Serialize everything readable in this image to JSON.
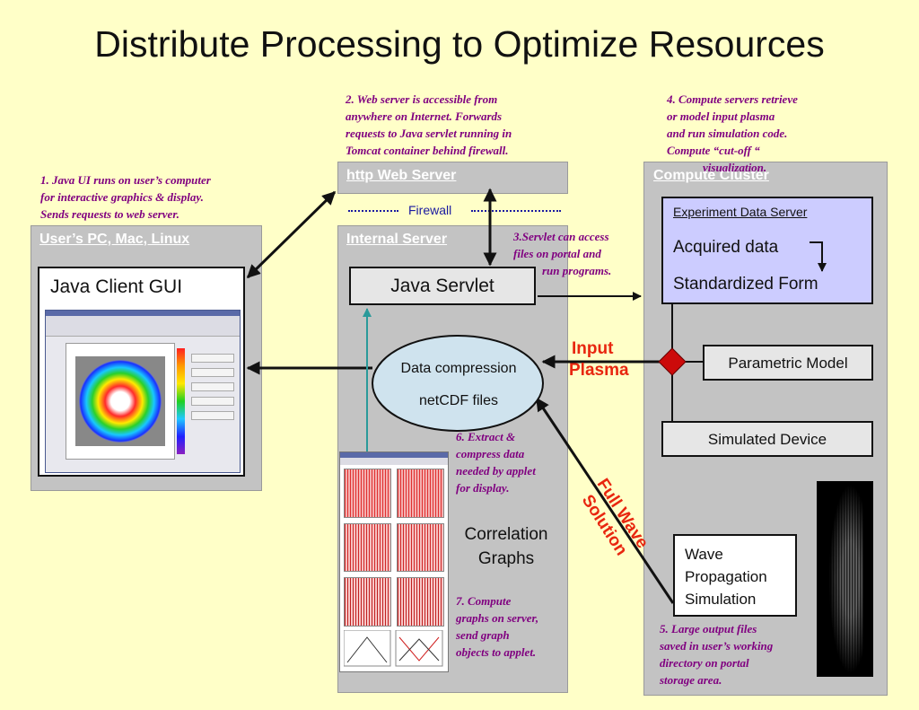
{
  "title": "Distribute Processing to Optimize Resources",
  "panels": {
    "users_pc": "User’s PC, Mac, Linux",
    "web_server": "http  Web Server",
    "internal_server": "Internal Server",
    "compute_cluster": "Compute Cluster"
  },
  "firewall": "Firewall",
  "boxes": {
    "java_client_gui": "Java Client GUI",
    "java_servlet": "Java Servlet",
    "data_compression": "Data compression",
    "netcdf_files": "netCDF  files",
    "experiment_data_server": "Experiment Data Server",
    "acquired_data": "Acquired data",
    "standardized_form": "Standardized Form",
    "parametric_model": "Parametric Model",
    "simulated_device": "Simulated Device",
    "wave_propagation": [
      "Wave",
      "Propagation",
      "Simulation"
    ],
    "correlation_graphs": [
      "Correlation",
      "Graphs"
    ]
  },
  "labels": {
    "input_plasma": [
      "Input",
      "Plasma"
    ],
    "full_wave_solution": [
      "Full Wave",
      "Solution"
    ]
  },
  "notes": {
    "n1": [
      "1.  Java UI runs on user’s computer",
      "for interactive graphics & display.",
      "Sends requests to web server."
    ],
    "n2": [
      "2.  Web server is accessible from",
      "anywhere on Internet.  Forwards",
      "requests to Java servlet running in",
      "Tomcat container behind firewall."
    ],
    "n3": [
      "3.Servlet can access",
      "files on portal and",
      "run programs."
    ],
    "n4": [
      "4. Compute servers retrieve",
      "or model input plasma",
      "and run simulation code.",
      "Compute “cut-off “",
      "visualization."
    ],
    "n5": [
      "5. Large  output files",
      "saved in user’s working",
      "directory on portal",
      "storage area."
    ],
    "n6": [
      "6. Extract &",
      "compress data",
      "needed by applet",
      "for display."
    ],
    "n7": [
      "7.  Compute",
      "graphs on server,",
      "send graph",
      "objects to applet."
    ]
  },
  "colors": {
    "background": "#ffffc8",
    "panel": "#c3c3c3",
    "note_text": "#800080",
    "highlight_red": "#e8260f",
    "experiment_box": "#ccccff",
    "ellipse_fill": "#cfe3ee",
    "teal_arrow": "#2a9a9a"
  }
}
